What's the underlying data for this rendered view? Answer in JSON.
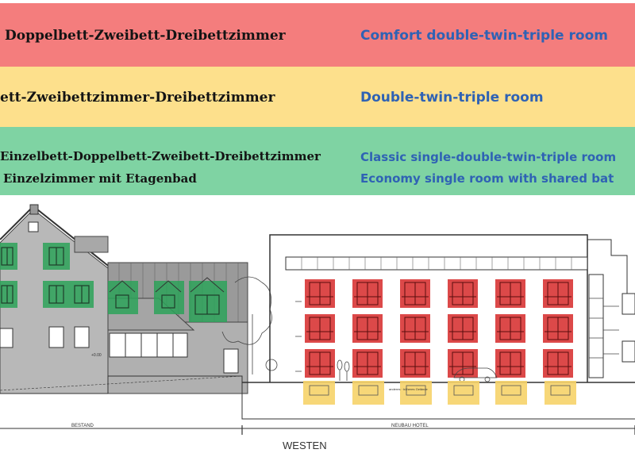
{
  "legend": {
    "comfort": {
      "de": "Doppelbett-Zweibett-Dreibettzimmer",
      "en": "Comfort double-twin-triple room",
      "color": "#f47d7d"
    },
    "standard": {
      "de": "ett-Zweibettzimmer-Dreibettzimmer",
      "en": "Double-twin-triple room",
      "color": "#fde08c"
    },
    "classic": {
      "de": "Einzelbett-Doppelbett-Zweibett-Dreibettzimmer",
      "en": "Classic single-double-twin-triple  room",
      "color": "#7fd3a3"
    },
    "economy": {
      "de": "Einzelzimmer mit Etagenbad",
      "en": "Economy single room with shared bat"
    }
  },
  "drawing": {
    "left_label": "BESTAND",
    "right_label": "NEUBAU HOTEL",
    "direction": "WESTEN",
    "floor_note": "anderes · höheres Gelände"
  }
}
